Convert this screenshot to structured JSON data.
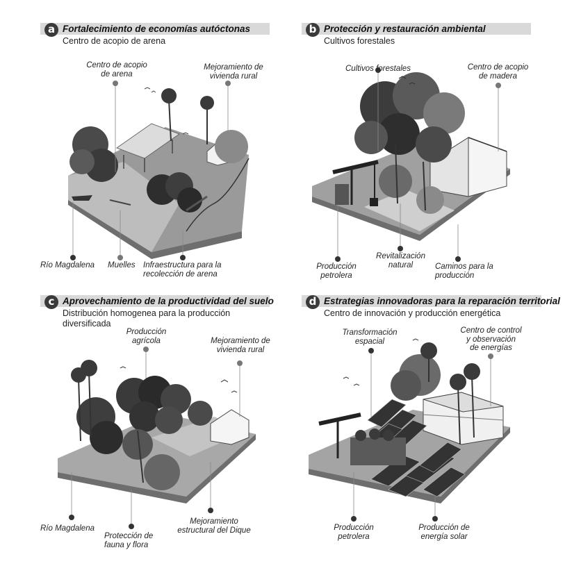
{
  "panels": [
    {
      "letter": "a",
      "title": "Fortalecimiento de economías autóctonas",
      "subtitle": "Centro de acopio de arena",
      "labels": {
        "centro_arena": "Centro de acopio\nde arena",
        "vivienda_rural": "Mejoramiento de\nvivienda rural",
        "rio": "Río Magdalena",
        "muelles": "Muelles",
        "infraestructura": "Infraestructura para la\nrecolección de arena"
      }
    },
    {
      "letter": "b",
      "title": "Protección y restauración ambiental",
      "subtitle": "Cultivos forestales",
      "labels": {
        "cultivos": "Cultivos forestales",
        "centro_madera": "Centro de acopio\nde madera",
        "produccion_petrolera": "Producción\npetrolera",
        "revitalizacion": "Revitalización\nnatural",
        "caminos": "Caminos para la\nproducción"
      }
    },
    {
      "letter": "c",
      "title": "Aprovechamiento de la productividad del suelo",
      "subtitle": "Distribución homogenea para la producción\ndiversificada",
      "labels": {
        "agricola": "Producción\nagrícola",
        "vivienda_rural": "Mejoramiento de\nvivienda rural",
        "rio": "Río Magdalena",
        "proteccion": "Protección de\nfauna y flora",
        "dique": "Mejoramiento\nestructural del Dique"
      }
    },
    {
      "letter": "d",
      "title": "Estrategias innovadoras para la reparación territorial",
      "subtitle": "Centro de innovación y producción energética",
      "labels": {
        "transformacion": "Transformación\nespacial",
        "centro_control": "Centro de control\ny observación\nde energías",
        "produccion_petrolera": "Producción\npetrolera",
        "energia_solar": "Producción de\nenergía solar"
      }
    }
  ]
}
